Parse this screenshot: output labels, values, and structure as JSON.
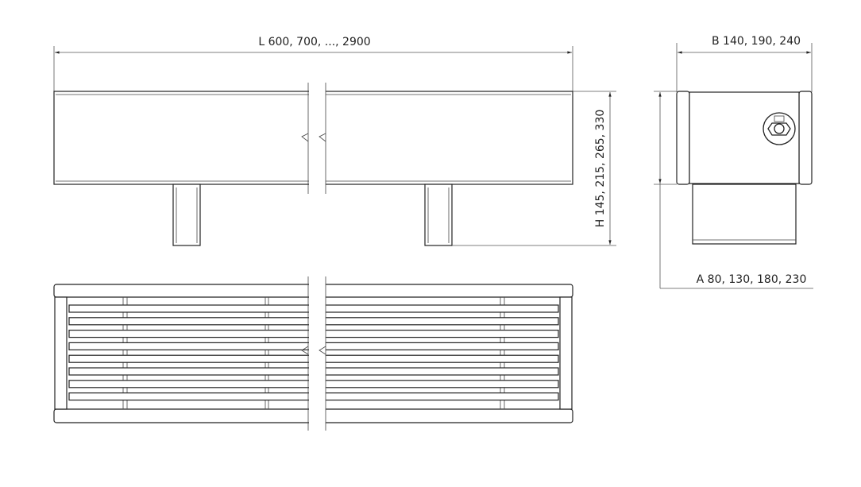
{
  "dimensions": {
    "length_label": "L 600, 700, ..., 2900",
    "height_label": "H 145, 215, 265, 330",
    "width_label": "B 140, 190, 240",
    "depth_label": "A 80, 130, 180, 230"
  },
  "views": [
    "front-view",
    "side-view",
    "top-view"
  ],
  "grille_bar_count": 8,
  "line_color": "#222222"
}
